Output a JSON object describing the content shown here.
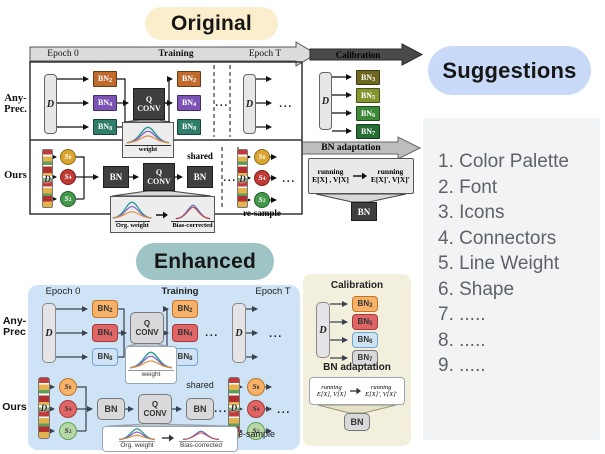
{
  "titles": {
    "original": "Original",
    "enhanced": "Enhanced",
    "suggestions": "Suggestions"
  },
  "suggestions_list": [
    "1. Color Palette",
    "2. Font",
    "3. Icons",
    "4. Connectors",
    "5. Line Weight",
    "6. Shape",
    "7. .....",
    "8. .....",
    "9. ....."
  ],
  "timeline": {
    "epoch0": "Epoch 0",
    "training": "Training",
    "epochT": "Epoch T"
  },
  "rows": {
    "anyprec1": "Any-",
    "anyprec2_orig": "Prec.",
    "anyprec2_enh": "Prec",
    "ours": "Ours"
  },
  "glyphs": {
    "d": "D",
    "bn": "BN",
    "s": "S",
    "q": "Q",
    "conv": "CONV"
  },
  "subs": {
    "2": "2",
    "3": "3",
    "4": "4",
    "5": "5",
    "6": "6",
    "7": "7",
    "8": "8"
  },
  "misc": {
    "dots": "...",
    "weight": "weight",
    "shared": "shared",
    "resample": "re-sample",
    "org_weight": "Org. weight",
    "bias_corrected": "Bias-corrected"
  },
  "calibration": {
    "title": "Calibration",
    "bn_adaptation": "BN adaptation",
    "running": "running",
    "exvx_orig": "E[X] , V[X]",
    "exvx_p_orig": "E[X]', V[X]'",
    "exvx_enh": "E[X], V[X]",
    "exvx_p_enh": "E[X]', V[X]'"
  },
  "colors": {
    "original_pill_bg": "#FBEECC",
    "enhanced_pill_bg": "#9FC4C5",
    "suggestions_pill_bg": "#C8DAF8",
    "suggestions_panel_bg": "#F1F3F4",
    "suggestions_text": "#5F6368",
    "enhanced_panel_bg": "#CEE3F6",
    "enhanced_calibration_panel_bg": "#F2EFDC",
    "orig_bn2": "#C06A2D",
    "orig_bn4": "#7D53B5",
    "orig_bn8": "#2F7D6B",
    "orig_bn3": "#6E681F",
    "orig_bn5": "#84952F",
    "orig_bn6": "#3C8836",
    "orig_bn7": "#286D33",
    "orig_dark_block": "#3F3F3F",
    "enh_orange": "#F8B168",
    "enh_red": "#E06666",
    "enh_blue": "#CFE2F3",
    "enh_gray": "#D9D9DB",
    "enh_green": "#B7D7A8"
  }
}
